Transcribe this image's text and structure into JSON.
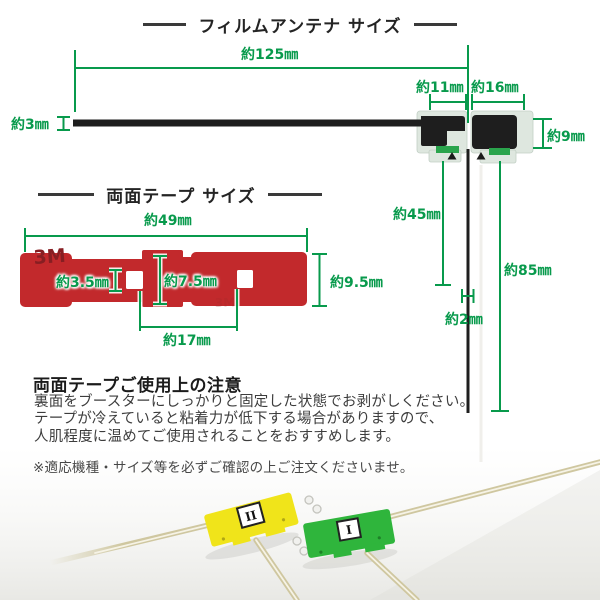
{
  "antenna_section": {
    "title": "フィルムアンテナ サイズ",
    "dims": {
      "width": "約125㎜",
      "left_height": "約3㎜",
      "pad_left_width": "約11㎜",
      "pad_right_width": "約16㎜",
      "pad_height": "約9㎜",
      "element_left_length": "約45㎜",
      "element_right_length": "約85㎜",
      "element_width": "約2㎜"
    }
  },
  "tape_section": {
    "title": "両面テープ サイズ",
    "brand": "3M",
    "dims": {
      "width": "約49㎜",
      "hole_height": "約3.5㎜",
      "center_height": "約7.5㎜",
      "height": "約9.5㎜",
      "hole_spacing": "約17㎜"
    }
  },
  "notice": {
    "heading": "両面テープご使用上の注意",
    "line1": "裏面をブースターにしっかりと固定した状態でお剥がしください。",
    "line2": "テープが冷えていると粘着力が低下する場合がありますので、",
    "line3": "人肌程度に温めてご使用されることをおすすめします。",
    "footnote": "※適応機種・サイズ等を必ずご確認の上ご注文くださいませ。"
  },
  "photo": {
    "yellow_label": "II",
    "green_label": "I"
  },
  "colors": {
    "dimension_green": "#089a4c",
    "element_black": "#1e1e1e",
    "film_backing": "#dee7df",
    "feed_strip_green": "#2aa44c",
    "tape_red": "#c2292c",
    "brand_dark_red": "#871e22",
    "antenna_yellow": "#f0e41a",
    "antenna_green": "#2fb53c",
    "cable_beige": "#cfc7a0",
    "title_text": "#242424"
  }
}
